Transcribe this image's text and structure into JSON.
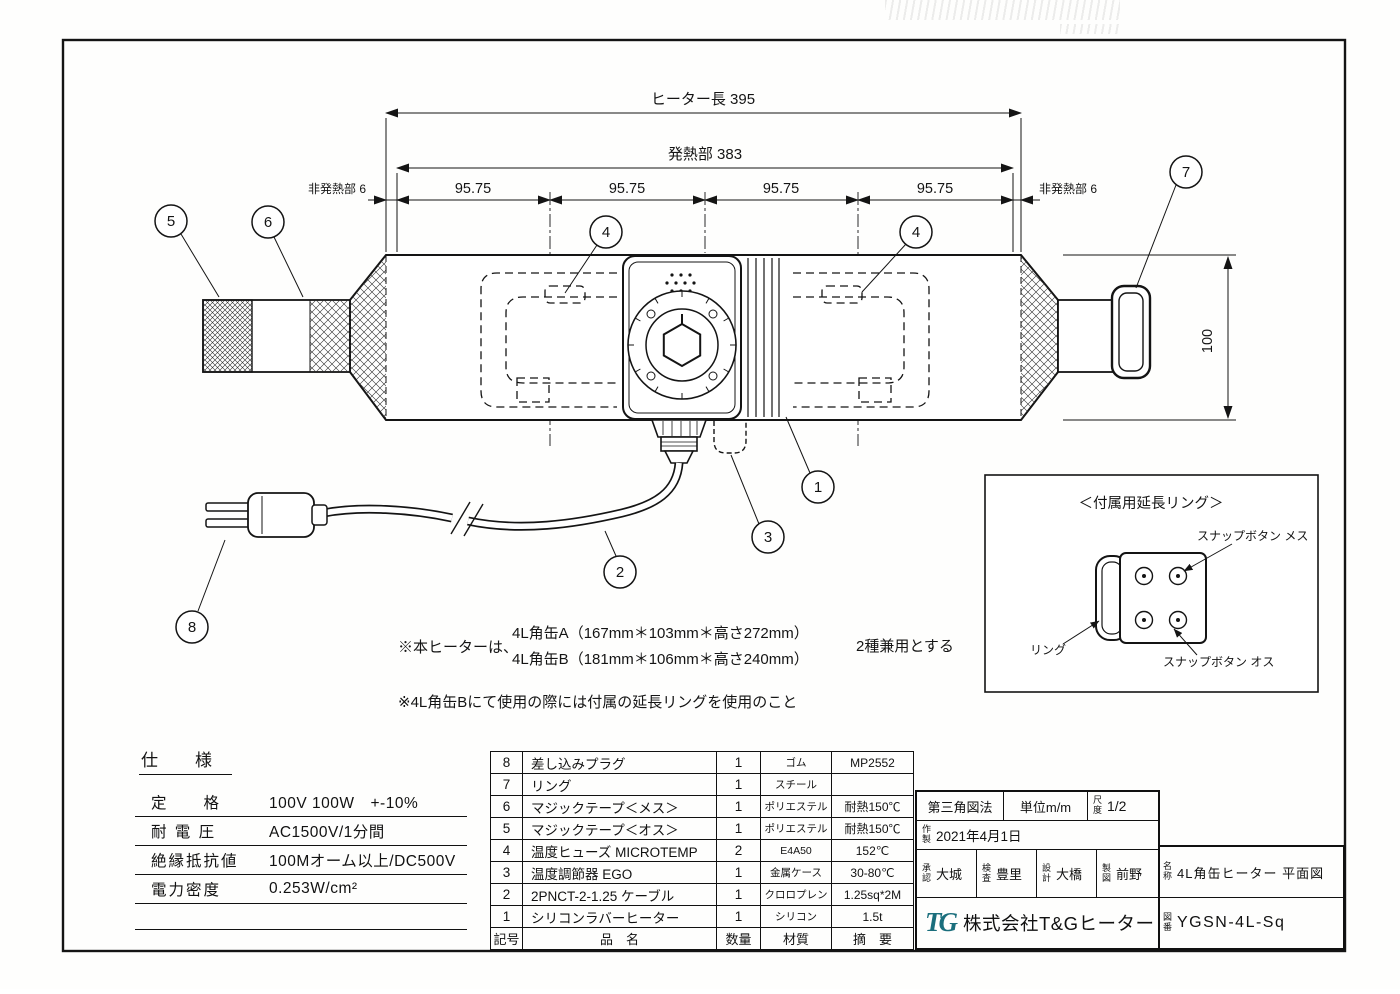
{
  "dims": {
    "heater_length": "ヒーター長 395",
    "heating_section": "発熱部 383",
    "non_heating_left": "非発熱部 6",
    "non_heating_right": "非発熱部 6",
    "segments": [
      "95.75",
      "95.75",
      "95.75",
      "95.75"
    ],
    "height": "100"
  },
  "balloons": {
    "b1": "1",
    "b2": "2",
    "b3": "3",
    "b4": "4",
    "b5": "5",
    "b6": "6",
    "b7": "7",
    "b8": "8"
  },
  "notes": {
    "prefix": "※本ヒーターは、",
    "can_a": "4L角缶A（167mm＊103mm＊高さ272mm）",
    "can_b": "4L角缶B（181mm＊106mm＊高さ240mm）",
    "suffix": "2種兼用とする",
    "note2": "※4L角缶Bにて使用の際には付属の延長リングを使用のこと"
  },
  "detail": {
    "title": "＜付属用延長リング＞",
    "snap_female": "スナップボタン メス",
    "snap_male": "スナップボタン オス",
    "ring_label": "リング"
  },
  "spec": {
    "heading": "仕　様",
    "rows": [
      {
        "label": "定　　格",
        "value": "100V 100W　+-10%"
      },
      {
        "label": "耐 電 圧",
        "value": "AC1500V/1分間"
      },
      {
        "label": "絶縁抵抗値",
        "value": "100Mオーム以上/DC500V"
      },
      {
        "label": "電力密度",
        "value": "0.253W/cm²"
      }
    ]
  },
  "bom": {
    "rows": [
      {
        "no": "8",
        "name": "差し込みプラグ",
        "qty": "1",
        "material": "ゴム",
        "note": "MP2552"
      },
      {
        "no": "7",
        "name": "リング",
        "qty": "1",
        "material": "スチール",
        "note": ""
      },
      {
        "no": "6",
        "name": "マジックテープ＜メス＞",
        "qty": "1",
        "material": "ポリエステル",
        "note": "耐熱150℃"
      },
      {
        "no": "5",
        "name": "マジックテープ＜オス＞",
        "qty": "1",
        "material": "ポリエステル",
        "note": "耐熱150℃"
      },
      {
        "no": "4",
        "name": "温度ヒューズ MICROTEMP",
        "qty": "2",
        "material": "E4A50",
        "note": "152℃"
      },
      {
        "no": "3",
        "name": "温度調節器 EGO",
        "qty": "1",
        "material": "金属ケース",
        "note": "30-80℃"
      },
      {
        "no": "2",
        "name": "2PNCT-2-1.25 ケーブル",
        "qty": "1",
        "material": "クロロプレン",
        "note": "1.25sq*2M"
      },
      {
        "no": "1",
        "name": "シリコンラバーヒーター",
        "qty": "1",
        "material": "シリコン",
        "note": "1.5t"
      }
    ],
    "footer": {
      "no": "記号",
      "name": "品　名",
      "qty": "数量",
      "material": "材質",
      "note": "摘　要"
    }
  },
  "title_block": {
    "projection": "第三角図法",
    "unit": "単位m/m",
    "scale_label": "尺度",
    "scale": "1/2",
    "made_label": "作製",
    "date": "2021年4月1日",
    "approvals": [
      {
        "role": "承認",
        "name": "大城"
      },
      {
        "role": "検査",
        "name": "豊里"
      },
      {
        "role": "設計",
        "name": "大橋"
      },
      {
        "role": "製図",
        "name": "前野"
      }
    ],
    "logo_text": "TG",
    "company": "株式会社T&Gヒーター",
    "name_label": "名称",
    "name": "4L角缶ヒーター 平面図",
    "no_label": "図番",
    "no": "YGSN-4L-Sq"
  }
}
